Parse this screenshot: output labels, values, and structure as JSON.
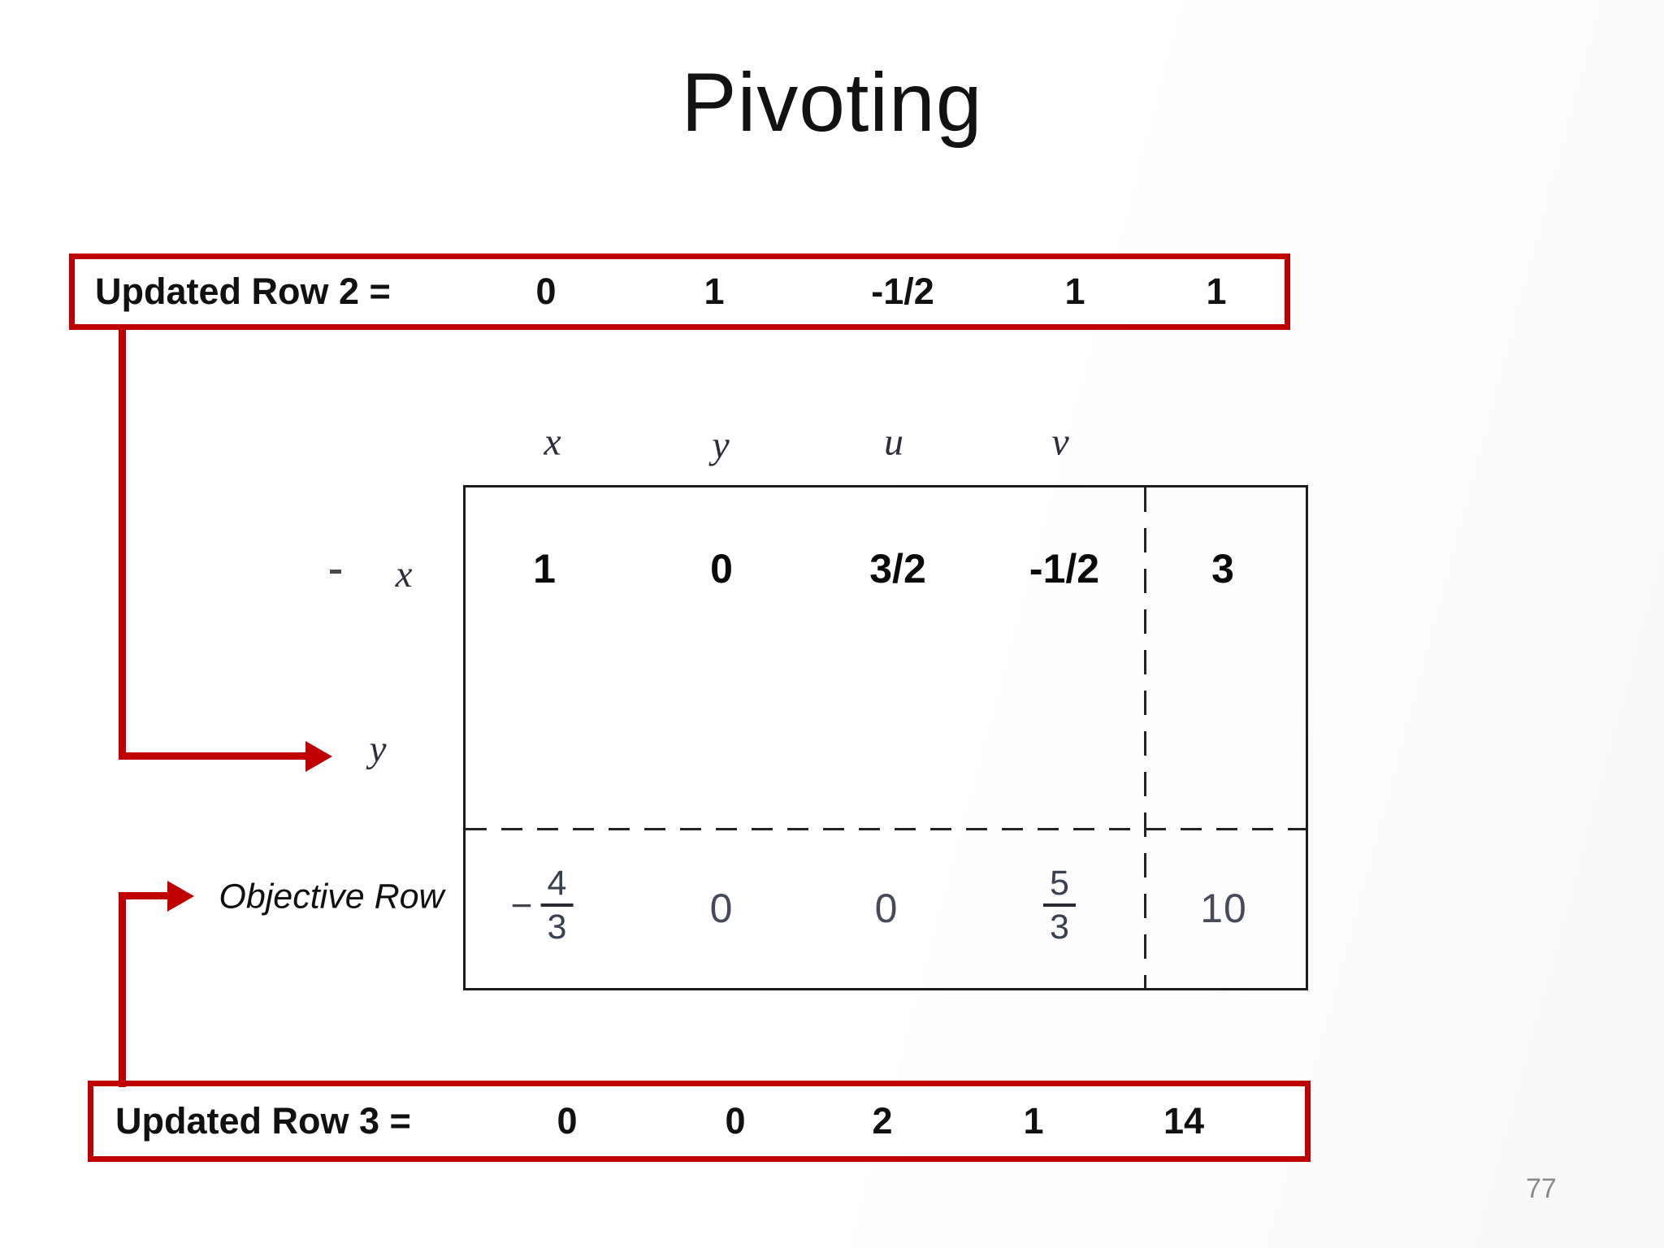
{
  "slide": {
    "title": "Pivoting",
    "page_number": "77"
  },
  "colors": {
    "accent_red": "#c00000",
    "table_border": "#1c1c1c",
    "scan_ink": "#474a58",
    "page_number_gray": "#8a8a8a"
  },
  "updated_row_2": {
    "label": "Updated Row 2 =",
    "values": [
      "0",
      "1",
      "-1/2",
      "1",
      "1"
    ]
  },
  "updated_row_3": {
    "label": "Updated Row 3 =",
    "values": [
      "0",
      "0",
      "2",
      "1",
      "14"
    ]
  },
  "tableau": {
    "column_headers": [
      "x",
      "y",
      "u",
      "v"
    ],
    "row_x": {
      "label": "x",
      "values": [
        "1",
        "0",
        "3/2",
        "-1/2"
      ],
      "rhs": "3"
    },
    "row_y": {
      "label": "y"
    },
    "objective": {
      "label": "Objective Row",
      "cells": [
        {
          "type": "fraction",
          "sign": "−",
          "num": "4",
          "den": "3"
        },
        {
          "type": "number",
          "text": "0"
        },
        {
          "type": "number",
          "text": "0"
        },
        {
          "type": "fraction",
          "sign": "",
          "num": "5",
          "den": "3"
        }
      ],
      "rhs": "10"
    }
  }
}
